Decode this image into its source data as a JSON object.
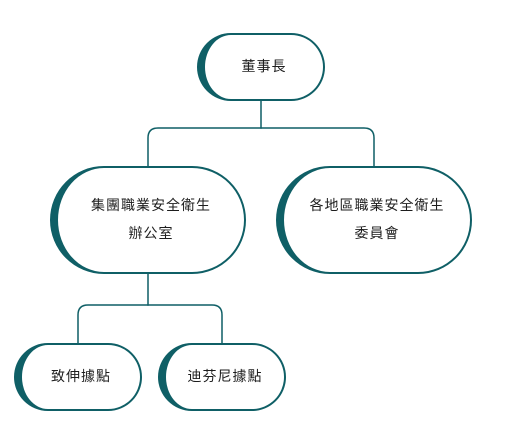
{
  "colors": {
    "accent": "#0f5f66",
    "text": "#1d1d1d",
    "background": "#ffffff"
  },
  "nodes": {
    "chairman": {
      "lines": [
        "董事長"
      ]
    },
    "group_ohs_office": {
      "lines": [
        "集團職業安全衛生",
        "辦公室"
      ]
    },
    "regional_ohs_committee": {
      "lines": [
        "各地區職業安全衛生",
        "委員會"
      ]
    },
    "zhishen_site": {
      "lines": [
        "致伸據點"
      ]
    },
    "difen_site": {
      "lines": [
        "迪芬尼據點"
      ]
    }
  }
}
